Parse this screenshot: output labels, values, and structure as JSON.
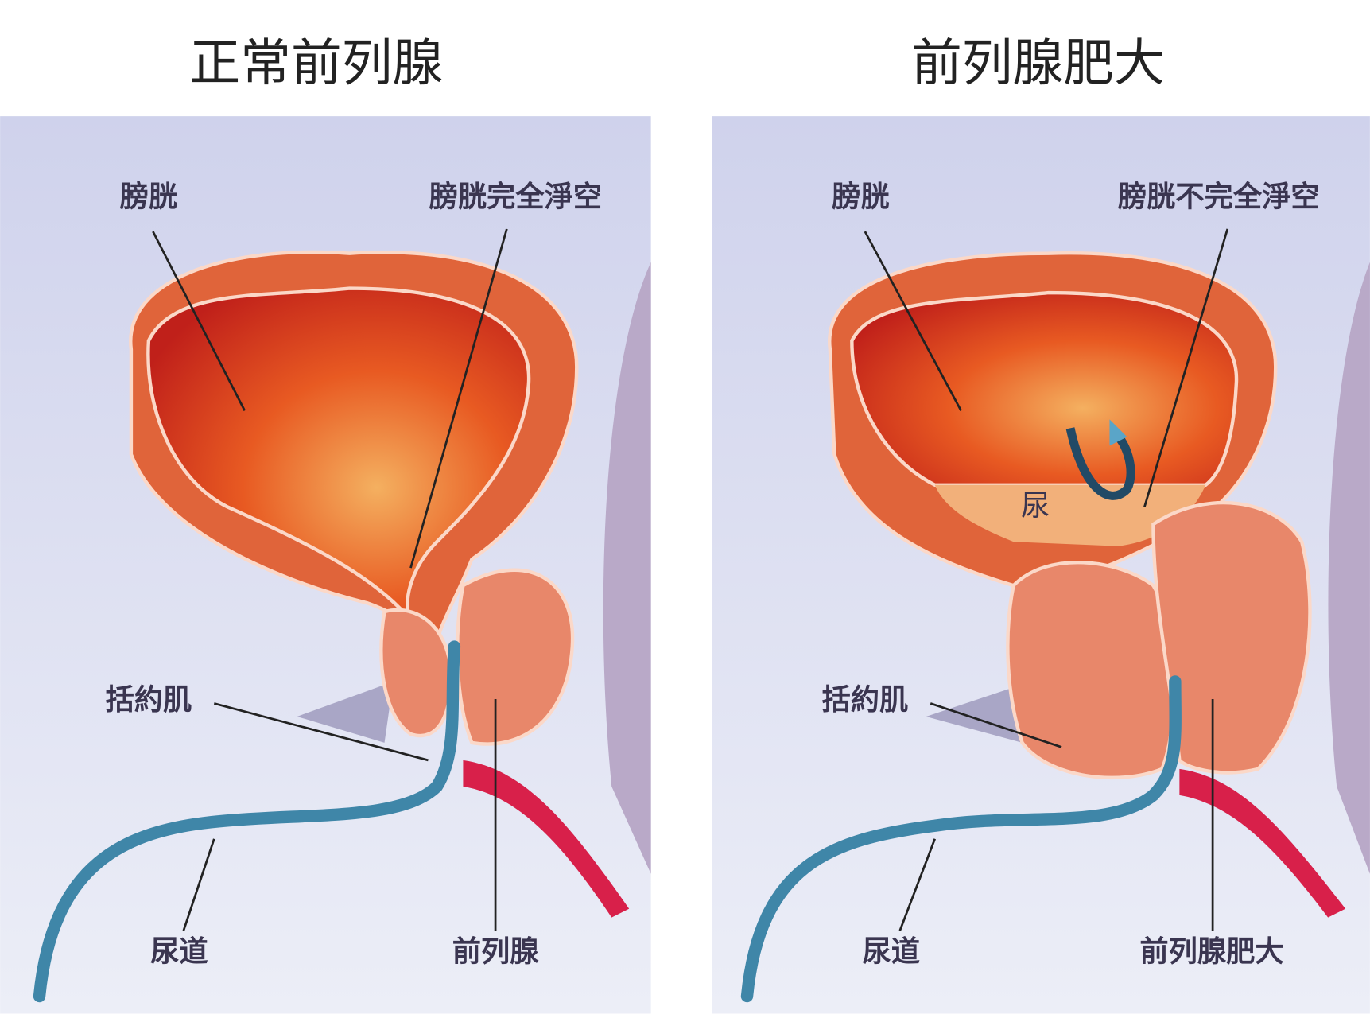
{
  "left_panel": {
    "title": "正常前列腺",
    "labels": {
      "bladder": "膀胱",
      "bladder_status": "膀胱完全淨空",
      "sphincter": "括約肌",
      "urethra": "尿道",
      "prostate": "前列腺"
    }
  },
  "right_panel": {
    "title": "前列腺肥大",
    "labels": {
      "bladder": "膀胱",
      "bladder_status": "膀胱不完全淨空",
      "urine": "尿",
      "sphincter": "括約肌",
      "urethra": "尿道",
      "prostate": "前列腺肥大"
    }
  },
  "colors": {
    "background_panel": "#d4d6ee",
    "bladder_wall": "#e0643a",
    "bladder_inner": "#d8301a",
    "prostate": "#e8876a",
    "urethra": "#3f86a8",
    "urine": "#f2b07a"
  }
}
